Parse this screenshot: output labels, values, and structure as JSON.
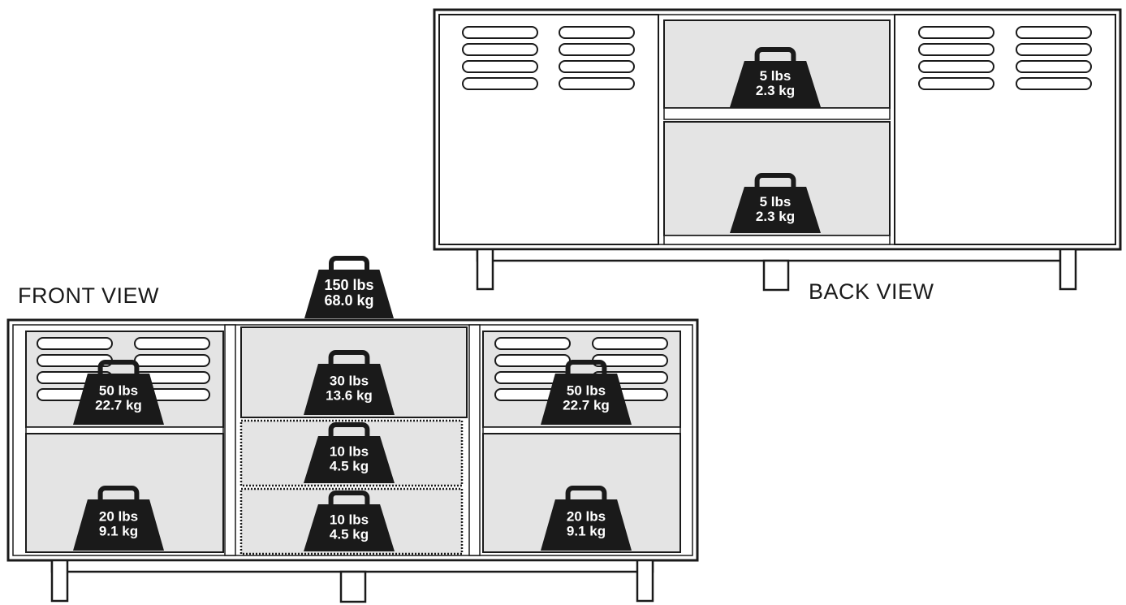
{
  "labels": {
    "front_view": "FRONT VIEW",
    "back_view": "BACK VIEW"
  },
  "front": {
    "top": {
      "lbs": "150 lbs",
      "kg": "68.0 kg"
    },
    "left_upper": {
      "lbs": "50 lbs",
      "kg": "22.7 kg"
    },
    "left_lower": {
      "lbs": "20 lbs",
      "kg": "9.1 kg"
    },
    "center_upper": {
      "lbs": "30 lbs",
      "kg": "13.6 kg"
    },
    "center_drawer_1": {
      "lbs": "10 lbs",
      "kg": "4.5 kg"
    },
    "center_drawer_2": {
      "lbs": "10 lbs",
      "kg": "4.5 kg"
    },
    "right_upper": {
      "lbs": "50 lbs",
      "kg": "22.7 kg"
    },
    "right_lower": {
      "lbs": "20 lbs",
      "kg": "9.1 kg"
    }
  },
  "back": {
    "center_upper": {
      "lbs": "5 lbs",
      "kg": "2.3 kg"
    },
    "center_lower": {
      "lbs": "5 lbs",
      "kg": "2.3 kg"
    }
  },
  "colors": {
    "line": "#1a1a1a",
    "panel_fill": "#e4e4e4",
    "weight_fill": "#1a1a1a",
    "weight_text": "#ffffff"
  }
}
